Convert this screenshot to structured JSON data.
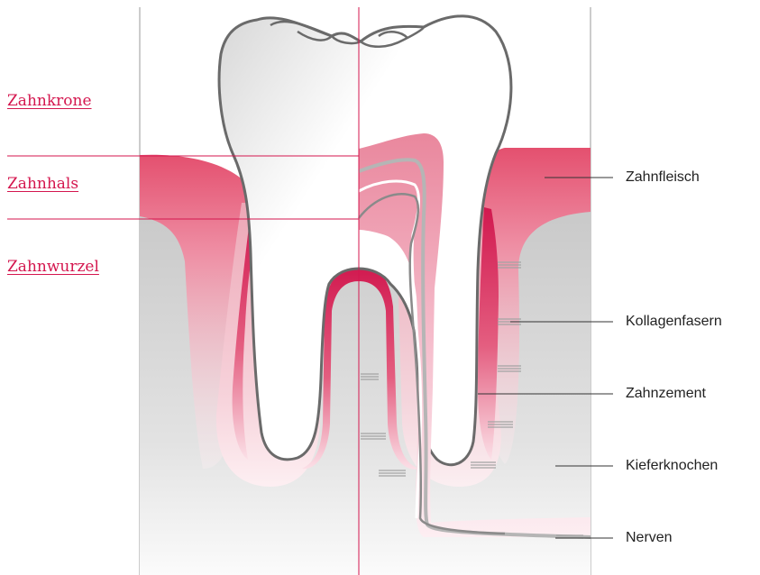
{
  "left_labels": {
    "crown": "Zahnkrone",
    "neck": "Zahnhals",
    "root": "Zahnwurzel"
  },
  "right_labels": {
    "gum": "Zahnfleisch",
    "collagen": "Kollagenfasern",
    "cementum": "Zahnzement",
    "jawbone": "Kieferknochen",
    "nerves": "Nerven"
  },
  "colors": {
    "accent": "#d4164e",
    "gum": "#e34f72",
    "bone": "#cfcfcf",
    "tooth_outline": "#6a6a6a"
  }
}
